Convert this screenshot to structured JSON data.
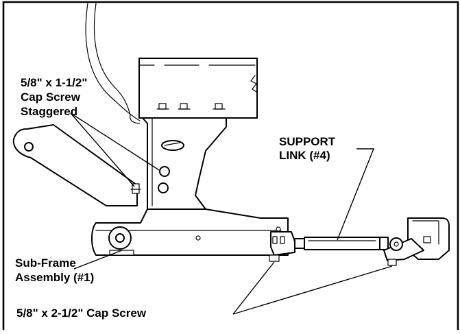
{
  "colors": {
    "line": "#000000",
    "background": "#ffffff"
  },
  "labels": {
    "cap_screw_staggered": [
      "5/8\" x 1-1/2\"",
      "Cap Screw",
      "Staggered"
    ],
    "support_link": [
      "SUPPORT",
      "LINK (#4)"
    ],
    "sub_frame": [
      "Sub-Frame",
      "Assembly (#1)"
    ],
    "cap_screw_long": "5/8\" x 2-1/2\" Cap Screw"
  }
}
